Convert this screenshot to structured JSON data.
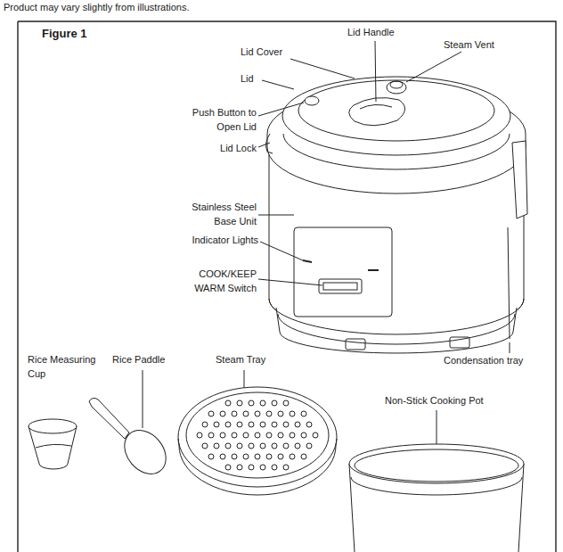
{
  "diagram": {
    "title": "Figure 1",
    "labels": [
      "Product may vary slightly from illustrations.",
      "Lid Handle",
      "Steam Vent",
      "Lid Cover",
      "Lid",
      "Push Button to Open Lid",
      "Lid Lock",
      "Stainless Steel Base Unit",
      "Indicator Lights",
      "COOK/KEEP WARM Switch",
      "Rice Measuring Cup",
      "Rice Paddle",
      "Steam Tray",
      "Condensation tray",
      "Non-Stick Cooking Pot"
    ]
  }
}
